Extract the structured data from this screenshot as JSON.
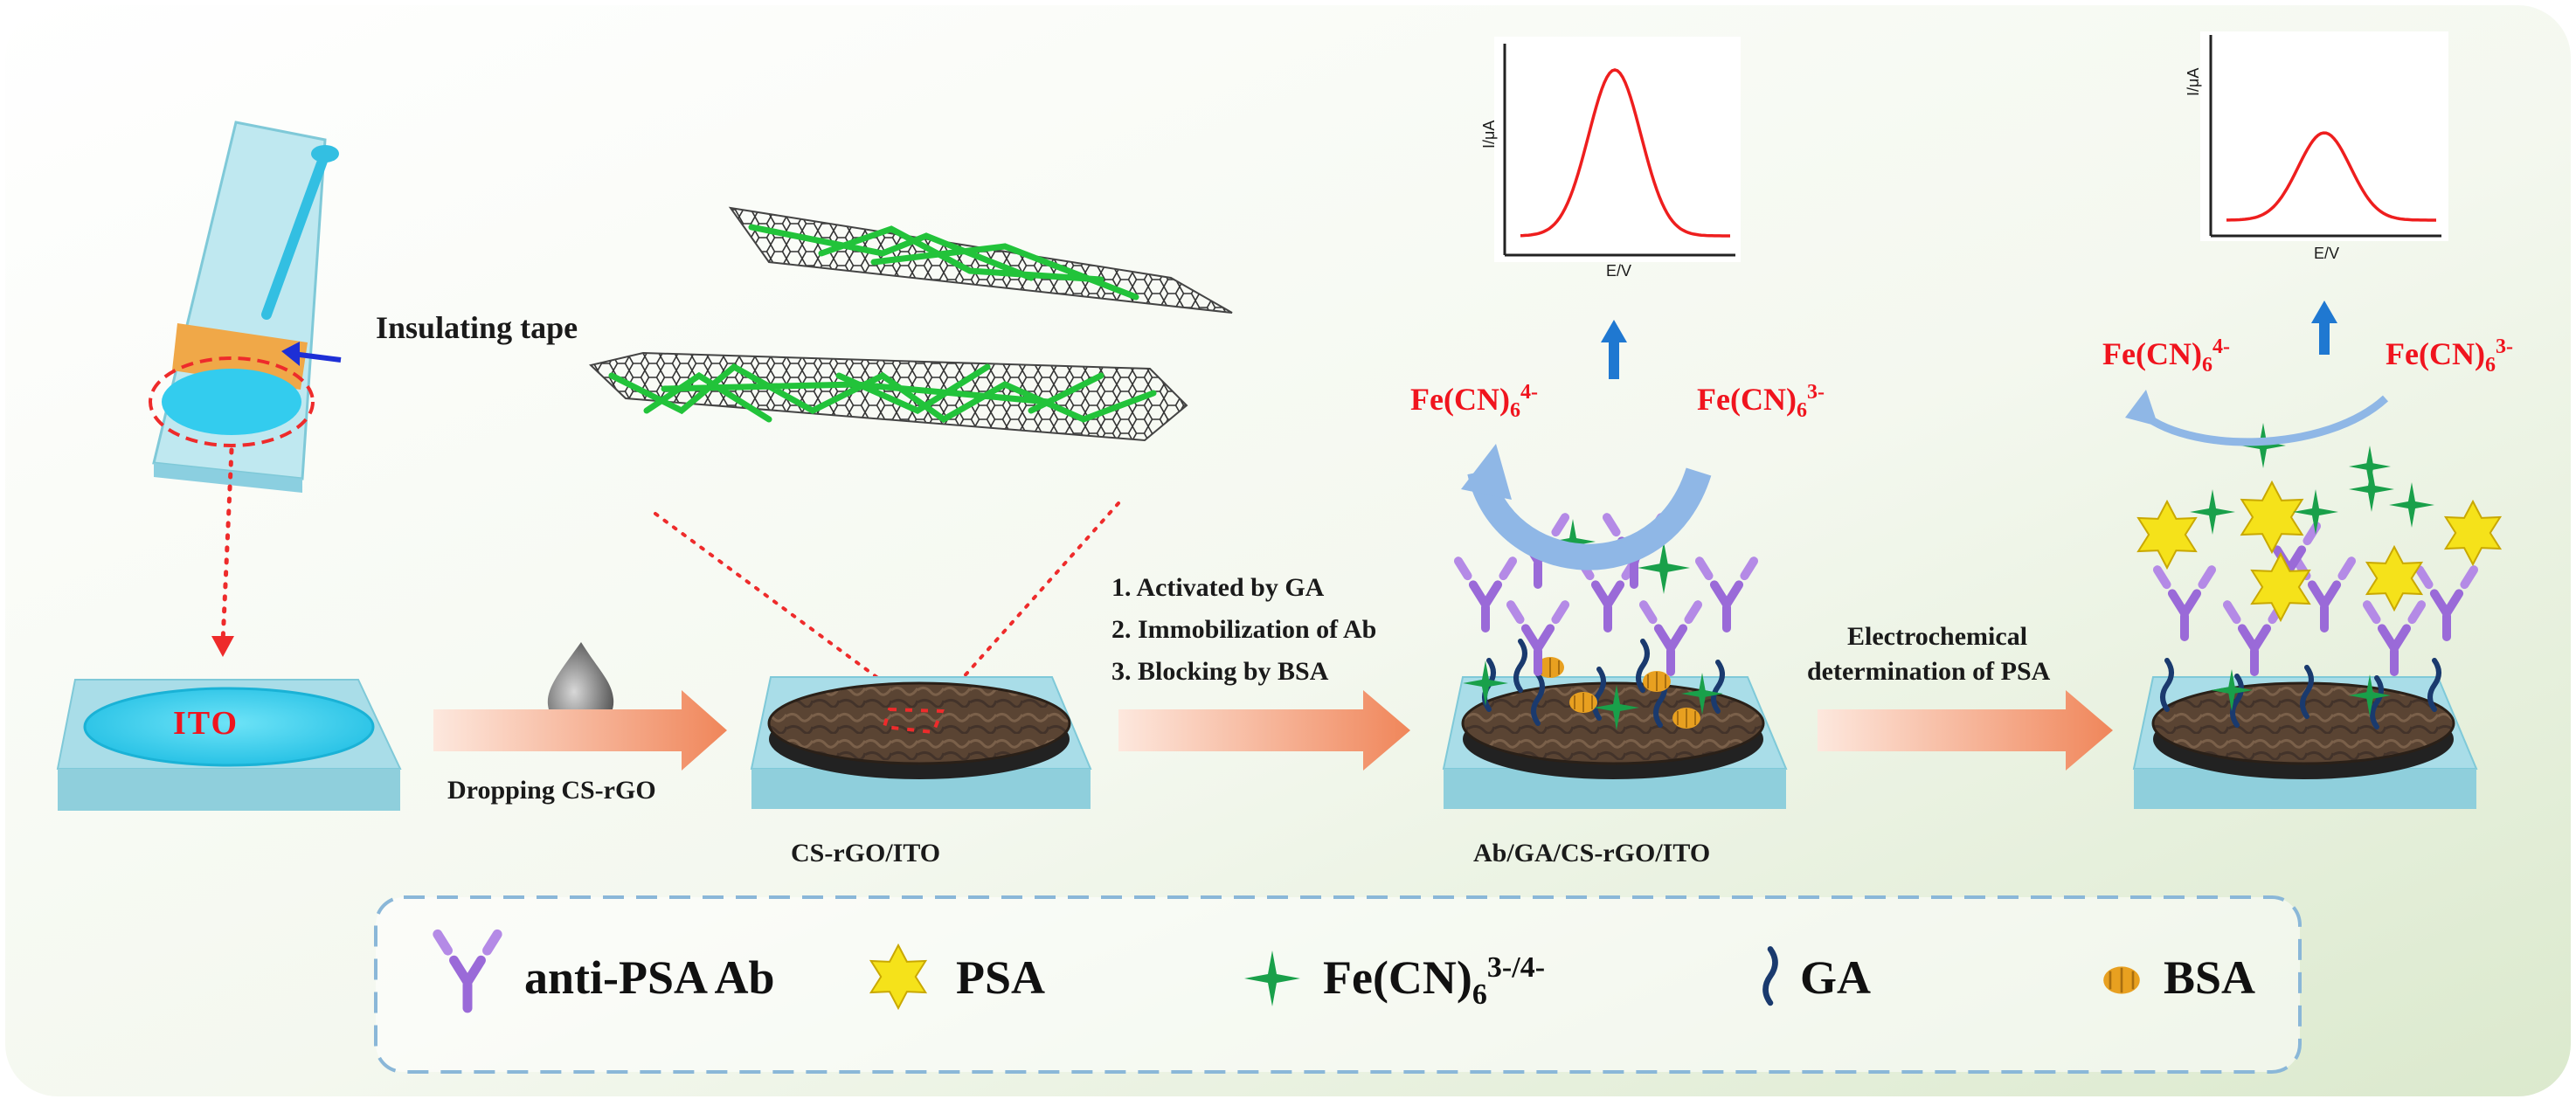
{
  "labels": {
    "insulating_tape": "Insulating tape",
    "ito": "ITO",
    "dropping": "Dropping CS-rGO",
    "cs_rgo_ito": "CS-rGO/ITO",
    "step1": "1. Activated by GA",
    "step2": "2. Immobilization of Ab",
    "step3": "3. Blocking by BSA",
    "ab_ga_cs": "Ab/GA/CS-rGO/ITO",
    "electro1": "Electrochemical",
    "electro2": "determination of  PSA"
  },
  "redox": {
    "left_base": "Fe(CN)",
    "left_sub": "6",
    "left_sup": "4-",
    "right_base": "Fe(CN)",
    "right_sub": "6",
    "right_sup": "3-"
  },
  "plots": {
    "ylabel": "I/μA",
    "xlabel": "E/V"
  },
  "legend": {
    "ab": "anti-PSA Ab",
    "psa": "PSA",
    "fe_base": "Fe(CN)",
    "fe_sub": "6",
    "fe_sup": "3-/4-",
    "ga": "GA",
    "bsa": "BSA"
  },
  "colors": {
    "label_red": "#f0141e",
    "ito_cyan": "#33ccee",
    "tape_orange": "#f0a848",
    "graphene_green": "#22c33a",
    "psa_yellow": "#f5e21a",
    "antibody_purple": "#9a6ad8",
    "fe_green": "#19a04a",
    "ga_navy": "#1a3a6e",
    "bsa_orange": "#e8a020",
    "arrow_blue": "#1f78d1",
    "cycle_blue": "#8fb7e6"
  }
}
